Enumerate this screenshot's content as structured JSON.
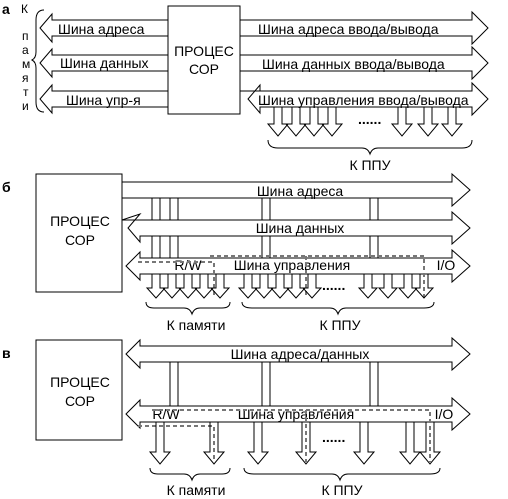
{
  "panel_a": {
    "letter": "а",
    "memory_label": [
      "К",
      "п",
      "а",
      "м",
      "я",
      "т",
      "и"
    ],
    "bus_address": "Шина адреса",
    "bus_data": "Шина данных",
    "bus_control": "Шина упр-я",
    "cpu": [
      "ПРОЦЕС",
      "СОР"
    ],
    "io_address": "Шина адреса ввода/вывода",
    "io_data": "Шина данных ввода/вывода",
    "io_control": "Шина управления ввода/вывода",
    "dots": "......",
    "to_ppu": "К  ППУ"
  },
  "panel_b": {
    "letter": "б",
    "cpu": [
      "ПРОЦЕС",
      "СОР"
    ],
    "bus_address": "Шина адреса",
    "bus_data": "Шина данных",
    "bus_control": "Шина управления",
    "rw": "R/W",
    "io": "I/O",
    "dots": "......",
    "to_memory": "К памяти",
    "to_ppu": "К  ППУ"
  },
  "panel_v": {
    "letter": "в",
    "cpu": [
      "ПРОЦЕС",
      "СОР"
    ],
    "bus_addr_data": "Шина адреса/данных",
    "bus_control": "Шина управления",
    "rw": "R/W",
    "io": "I/O",
    "dots": "......",
    "to_memory": "К памяти",
    "to_ppu": "К ППУ"
  }
}
